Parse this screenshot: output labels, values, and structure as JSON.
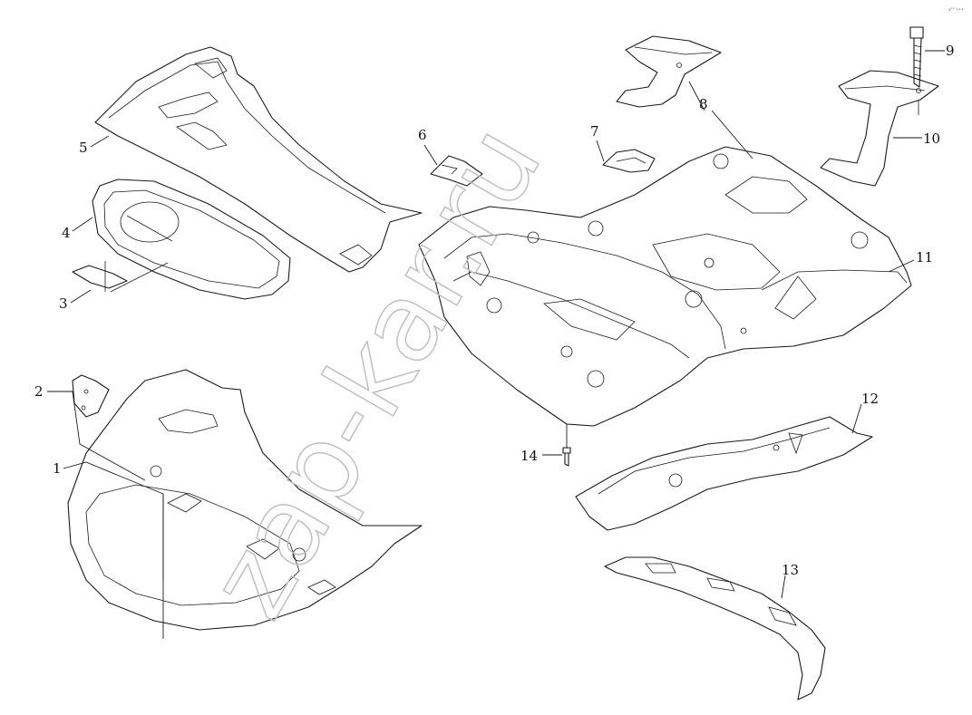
{
  "watermark": "zap-kar.ru",
  "corner_mark": "s¹³ •••",
  "callouts": [
    "1",
    "2",
    "3",
    "4",
    "5",
    "6",
    "7",
    "8",
    "9",
    "10",
    "11",
    "12",
    "13",
    "14"
  ]
}
